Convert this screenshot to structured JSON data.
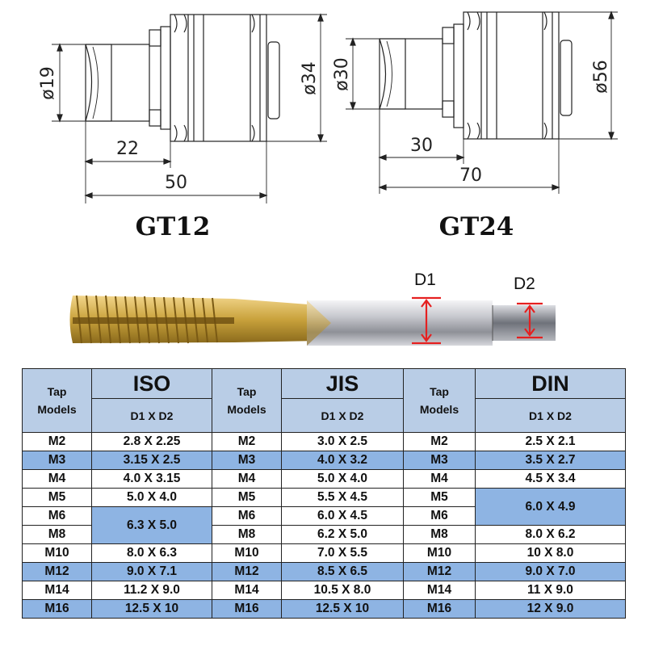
{
  "models": [
    {
      "name": "GT12",
      "shank_dia": "ø19",
      "body_dia": "ø34",
      "short_len": "22",
      "total_len": "50"
    },
    {
      "name": "GT24",
      "shank_dia": "ø30",
      "body_dia": "ø56",
      "short_len": "30",
      "total_len": "70"
    }
  ],
  "tap_labels": {
    "d1": "D1",
    "d2": "D2"
  },
  "colors": {
    "highlight": "#8eb4e3",
    "header": "#b9cde6",
    "dimension_marker": "#e52020",
    "tap_thread": "#c9a23c"
  },
  "table": {
    "header_left_line1": "Tap",
    "header_left_line2": "Models",
    "standards": [
      "ISO",
      "JIS",
      "DIN"
    ],
    "subheader": "D1 X D2",
    "rows": [
      {
        "iso_m": "M2",
        "iso_v": "2.8 X 2.25",
        "jis_m": "M2",
        "jis_v": "3.0 X 2.5",
        "din_m": "M2",
        "din_v": "2.5 X 2.1"
      },
      {
        "iso_m": "M3",
        "iso_v": "3.15 X 2.5",
        "jis_m": "M3",
        "jis_v": "4.0 X 3.2",
        "din_m": "M3",
        "din_v": "3.5 X 2.7"
      },
      {
        "iso_m": "M4",
        "iso_v": "4.0 X 3.15",
        "jis_m": "M4",
        "jis_v": "5.0 X 4.0",
        "din_m": "M4",
        "din_v": "4.5 X 3.4"
      },
      {
        "iso_m": "M5",
        "iso_v": "5.0 X 4.0",
        "jis_m": "M5",
        "jis_v": "5.5 X 4.5",
        "din_m": "M5",
        "din_v": "6.0 X 4.9"
      },
      {
        "iso_m": "M6",
        "iso_v": "6.3 X 5.0",
        "jis_m": "M6",
        "jis_v": "6.0 X 4.5",
        "din_m": "M6",
        "din_v": ""
      },
      {
        "iso_m": "M8",
        "iso_v": "",
        "jis_m": "M8",
        "jis_v": "6.2 X 5.0",
        "din_m": "M8",
        "din_v": "8.0 X 6.2"
      },
      {
        "iso_m": "M10",
        "iso_v": "8.0 X 6.3",
        "jis_m": "M10",
        "jis_v": "7.0 X 5.5",
        "din_m": "M10",
        "din_v": "10 X 8.0"
      },
      {
        "iso_m": "M12",
        "iso_v": "9.0 X 7.1",
        "jis_m": "M12",
        "jis_v": "8.5 X 6.5",
        "din_m": "M12",
        "din_v": "9.0 X 7.0"
      },
      {
        "iso_m": "M14",
        "iso_v": "11.2 X 9.0",
        "jis_m": "M14",
        "jis_v": "10.5 X 8.0",
        "din_m": "M14",
        "din_v": "11 X 9.0"
      },
      {
        "iso_m": "M16",
        "iso_v": "12.5 X 10",
        "jis_m": "M16",
        "jis_v": "12.5 X 10",
        "din_m": "M16",
        "din_v": "12 X 9.0"
      }
    ]
  }
}
